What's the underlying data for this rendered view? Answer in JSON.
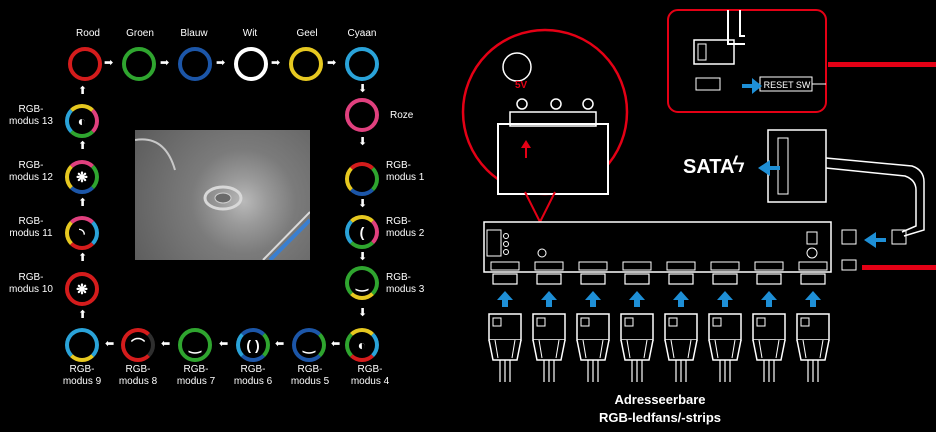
{
  "colors": {
    "Rood": "#d41c1c",
    "Groen": "#2fa52f",
    "Blauw": "#1c56a8",
    "Wit": "#ffffff",
    "Geel": "#e6c820",
    "Cyaan": "#2aa3d9",
    "Roze": "#e0407e",
    "highlight_red": "#e40015",
    "arrow_blue": "#1e8fd6"
  },
  "cycle": {
    "top_labels": [
      "Rood",
      "Groen",
      "Blauw",
      "Wit",
      "Geel",
      "Cyaan"
    ],
    "right_labels": [
      "Roze",
      "RGB-\nmodus 1",
      "RGB-\nmodus 2",
      "RGB-\nmodus 3",
      "RGB-\nmodus 4"
    ],
    "bottom_labels": [
      "RGB-\nmodus 5",
      "RGB-\nmodus 6",
      "RGB-\nmodus 7",
      "RGB-\nmodus 8",
      "RGB-\nmodus 9"
    ],
    "left_labels": [
      "RGB-\nmodus 10",
      "RGB-\nmodus 11",
      "RGB-\nmodus 12",
      "RGB-\nmodus 13"
    ]
  },
  "hub": {
    "voltage_label": "5V",
    "reset_label": "RESET SW",
    "sata_label": "SATA",
    "ports_count_label": "",
    "caption_line1": "Adresseerbare",
    "caption_line2": "RGB-ledfans/-strips"
  }
}
